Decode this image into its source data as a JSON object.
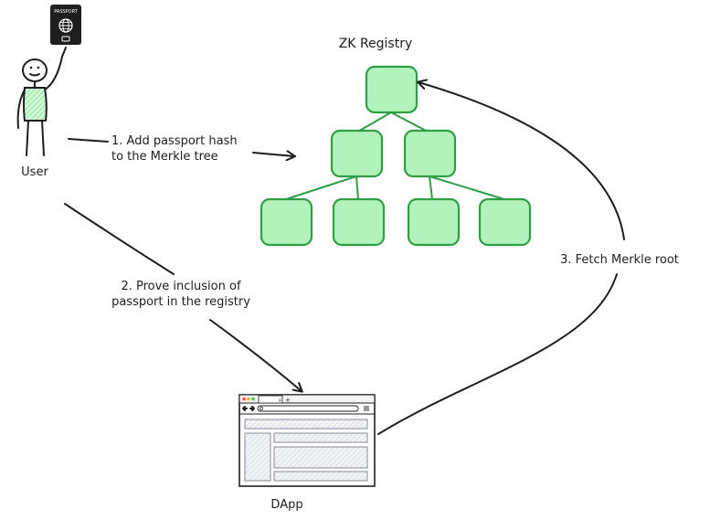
{
  "registry": {
    "title": "ZK Registry"
  },
  "user": {
    "label": "User",
    "passport_text": "PASSPORT"
  },
  "dapp": {
    "label": "DApp",
    "tab_close": "x",
    "tab_add": "+"
  },
  "steps": {
    "step1_line1": "1. Add passport hash",
    "step1_line2": "to the Merkle tree",
    "step2_line1": "2. Prove inclusion of",
    "step2_line2": "passport in the registry",
    "step3": "3. Fetch Merkle root"
  },
  "colors": {
    "node_fill": "#b2f2bb",
    "node_stroke": "#2f9e44",
    "ink": "#1e1e1e",
    "passport": "#1e1e1e"
  },
  "icons": {
    "passport": "passport-icon",
    "globe": "globe-icon",
    "browser": "browser-window-icon"
  }
}
